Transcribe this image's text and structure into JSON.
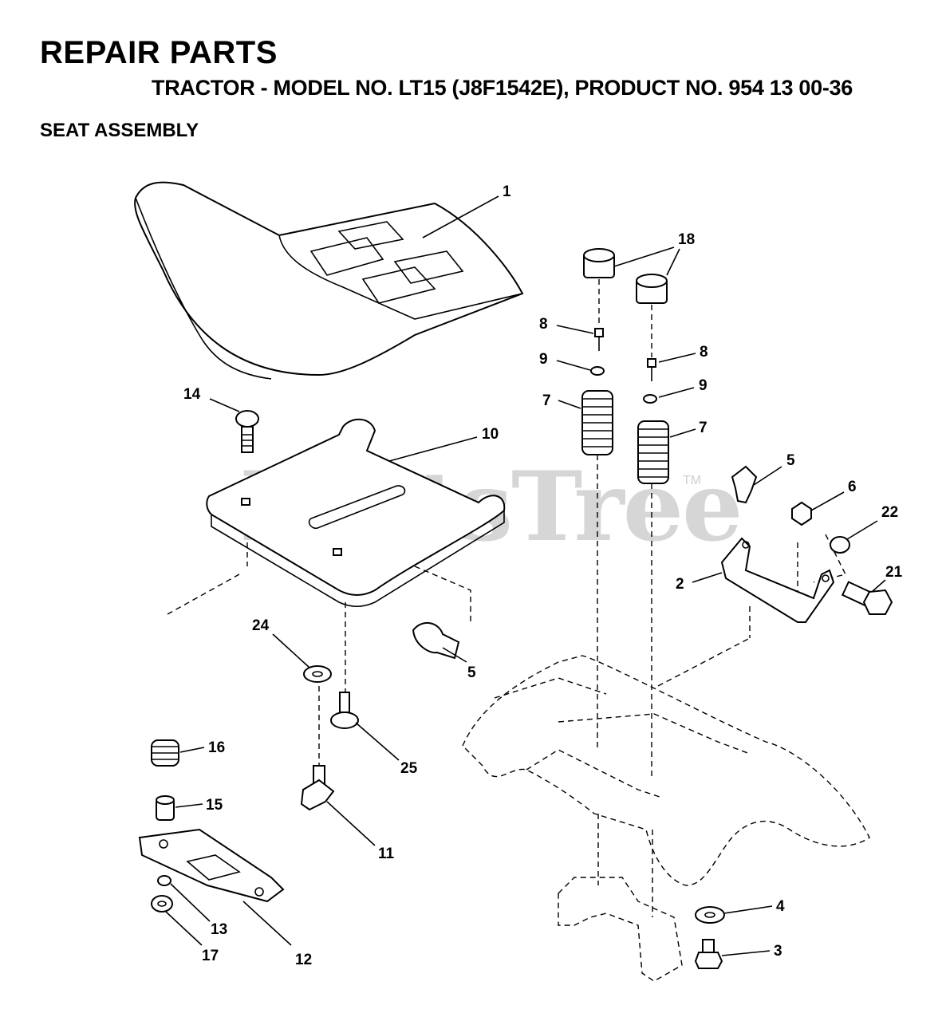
{
  "header": {
    "title": "REPAIR PARTS",
    "subtitle": "TRACTOR - MODEL NO. LT15 (J8F1542E), PRODUCT NO. 954 13 00-36",
    "section": "SEAT ASSEMBLY"
  },
  "watermark": {
    "text": "PartsTree",
    "tm": "TM"
  },
  "callouts": {
    "c1": "1",
    "c18": "18",
    "c8a": "8",
    "c9a": "9",
    "c8b": "8",
    "c9b": "9",
    "c7a": "7",
    "c7b": "7",
    "c14": "14",
    "c10": "10",
    "c5a": "5",
    "c6": "6",
    "c22": "22",
    "c21": "21",
    "c2": "2",
    "c24": "24",
    "c5b": "5",
    "c16": "16",
    "c25": "25",
    "c15": "15",
    "c11": "11",
    "c13": "13",
    "c17": "17",
    "c12": "12",
    "c4": "4",
    "c3": "3"
  }
}
